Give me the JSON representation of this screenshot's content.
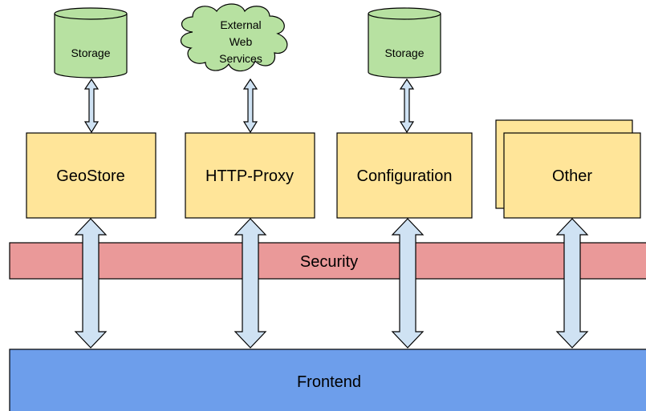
{
  "diagram": {
    "storage_geostore": "Storage",
    "external_services": [
      "External",
      "Web",
      "Services"
    ],
    "storage_configuration": "Storage",
    "modules": {
      "geostore": "GeoStore",
      "http_proxy": "HTTP-Proxy",
      "configuration": "Configuration",
      "other": "Other"
    },
    "security": "Security",
    "frontend": "Frontend"
  },
  "colors": {
    "storage_fill": "#b7e1a1",
    "module_fill": "#ffe599",
    "security_fill": "#ea9999",
    "frontend_fill": "#6d9eeb",
    "arrow_fill": "#cfe2f3",
    "stroke": "#000000"
  }
}
